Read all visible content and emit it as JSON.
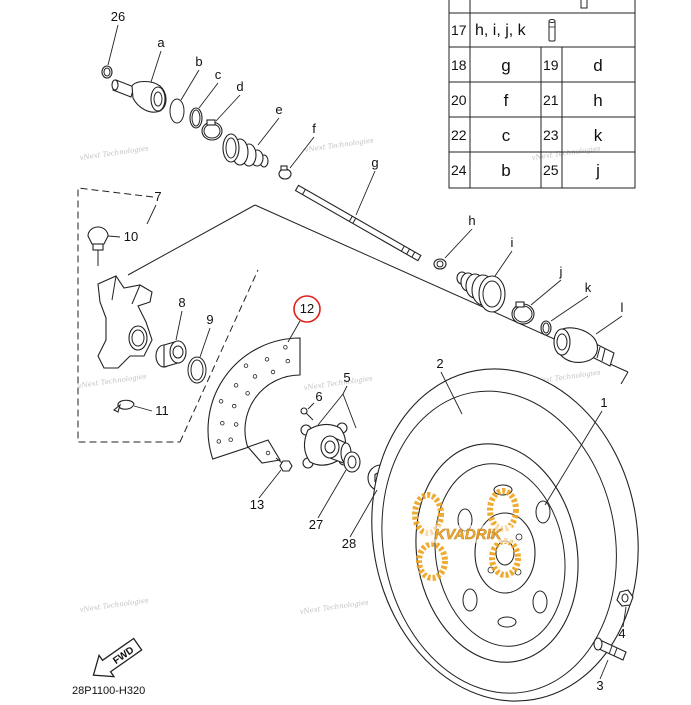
{
  "parts_table": {
    "row17": {
      "no": "17",
      "parts": "h, i, j, k",
      "icon": "sleeve-icon"
    },
    "pairs": [
      {
        "no1": "18",
        "p1": "g",
        "no2": "19",
        "p2": "d"
      },
      {
        "no1": "20",
        "p1": "f",
        "no2": "21",
        "p2": "h"
      },
      {
        "no1": "22",
        "p1": "c",
        "no2": "23",
        "p2": "k"
      },
      {
        "no1": "24",
        "p1": "b",
        "no2": "25",
        "p2": "j"
      }
    ]
  },
  "callouts": {
    "n26": "26",
    "a": "a",
    "b": "b",
    "c": "c",
    "d": "d",
    "e": "e",
    "f": "f",
    "g": "g",
    "h": "h",
    "i": "i",
    "j": "j",
    "k": "k",
    "l": "l",
    "n7": "7",
    "n10": "10",
    "n8": "8",
    "n9": "9",
    "n11": "11",
    "n12": "12",
    "n5": "5",
    "n6": "6",
    "n2": "2",
    "n1": "1",
    "n13": "13",
    "n27": "27",
    "n28": "28",
    "n4": "4",
    "n3": "3"
  },
  "diagram_code": "28P1100-H320",
  "fwd_label": "FWD",
  "watermark": "vNext Technologies",
  "logo_text": "KVADRIK",
  "colors": {
    "highlight": "#e0201c",
    "logo": "#eea21c",
    "line": "#222222"
  }
}
